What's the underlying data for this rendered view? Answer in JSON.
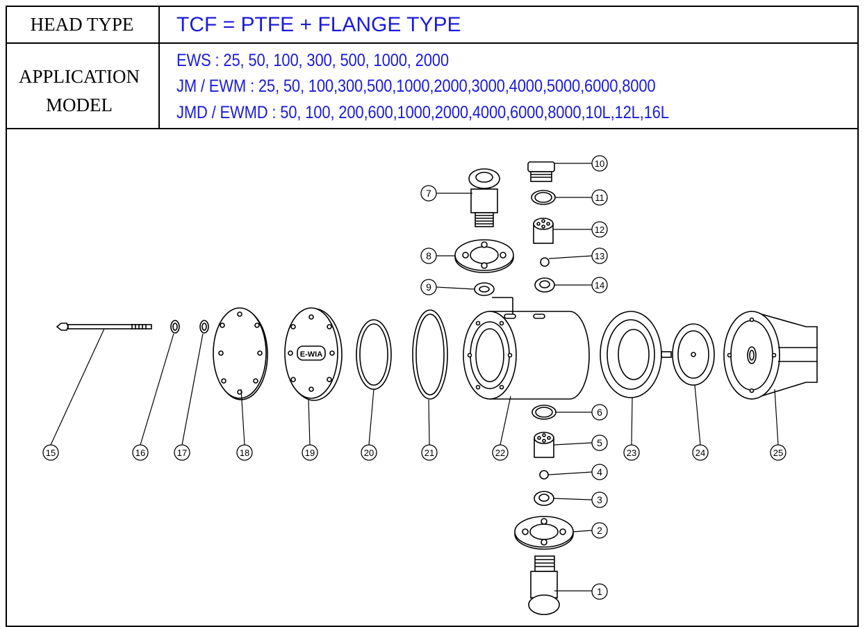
{
  "table": {
    "head_type_label": "HEAD TYPE",
    "head_type_value": "TCF = PTFE + FLANGE TYPE",
    "application_label_line1": "APPLICATION",
    "application_label_line2": "MODEL",
    "application_lines": [
      "EWS : 25, 50, 100, 300, 500, 1000, 2000",
      "JM / EWM : 25, 50, 100,300,500,1000,2000,3000,4000,5000,6000,8000",
      "JMD / EWMD : 50, 100, 200,600,1000,2000,4000,6000,8000,10L,12L,16L"
    ]
  },
  "diagram": {
    "part_numbers": [
      "1",
      "2",
      "3",
      "4",
      "5",
      "6",
      "7",
      "8",
      "9",
      "10",
      "11",
      "12",
      "13",
      "14",
      "15",
      "16",
      "17",
      "18",
      "19",
      "20",
      "21",
      "22",
      "23",
      "24",
      "25"
    ],
    "logo_text": "E-WIA",
    "colors": {
      "line": "#000000",
      "value_text": "#1a1adc"
    }
  }
}
